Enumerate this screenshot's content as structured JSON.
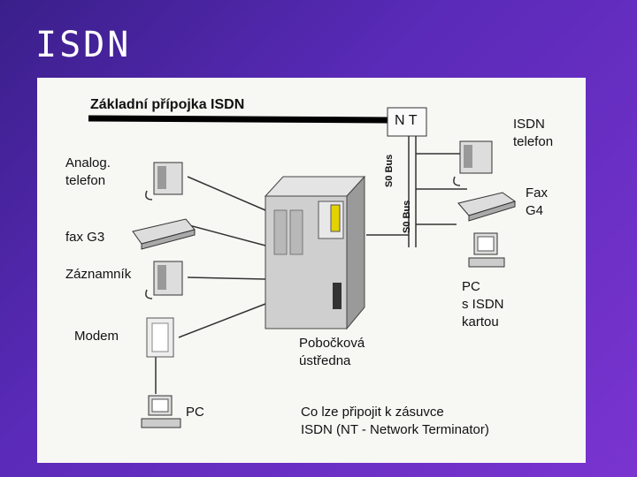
{
  "slide": {
    "title": "ISDN"
  },
  "diagram": {
    "header": "Základní přípojka ISDN",
    "nt": "N T",
    "bus_label_1": "S0 Bus",
    "bus_label_2": "S0 Bus",
    "devices_left": {
      "analog_line1": "Analog.",
      "analog_line2": "telefon",
      "fax_g3": "fax G3",
      "answering": "Záznamník",
      "modem": "Modem",
      "pc": "PC"
    },
    "devices_right": {
      "isdn_line1": "ISDN",
      "isdn_line2": "telefon",
      "fax_line1": "Fax",
      "fax_line2": "G4",
      "pc_line1": "PC",
      "pc_line2": "s ISDN",
      "pc_line3": "kartou"
    },
    "center": {
      "line1": "Pobočková",
      "line2": "ústředna"
    },
    "note": {
      "line1": "Co lze připojit k zásuvce",
      "line2": "ISDN (NT - Network Terminator)"
    }
  }
}
